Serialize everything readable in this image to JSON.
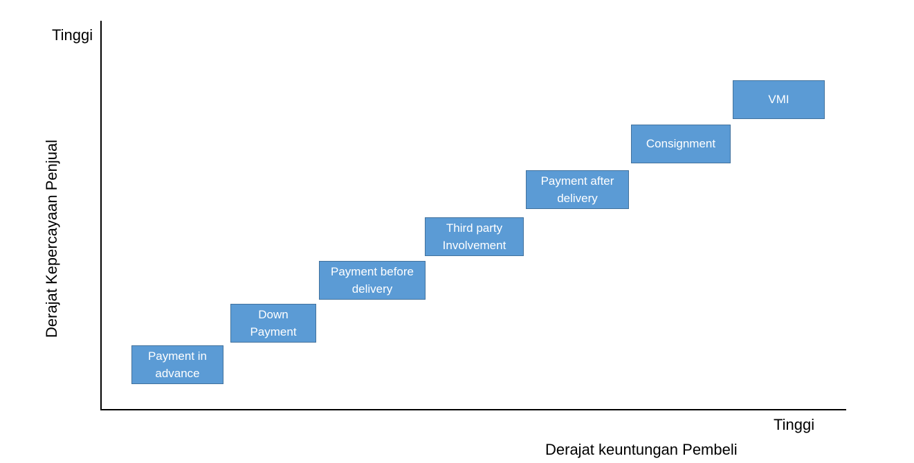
{
  "axes": {
    "y_top_label": "Tinggi",
    "x_right_label": "Tinggi",
    "y_title": "Derajat Kepercayaan Penjual",
    "x_title": "Derajat keuntungan Pembeli"
  },
  "colors": {
    "box_fill": "#5b9bd5",
    "box_border": "#41719c",
    "box_text": "#ffffff",
    "axis": "#000000"
  },
  "steps": [
    {
      "label": "Payment in advance"
    },
    {
      "label": "Down Payment"
    },
    {
      "label": "Payment before delivery"
    },
    {
      "label": "Third party Involvement"
    },
    {
      "label": "Payment after delivery"
    },
    {
      "label": "Consignment"
    },
    {
      "label": "VMI"
    }
  ]
}
